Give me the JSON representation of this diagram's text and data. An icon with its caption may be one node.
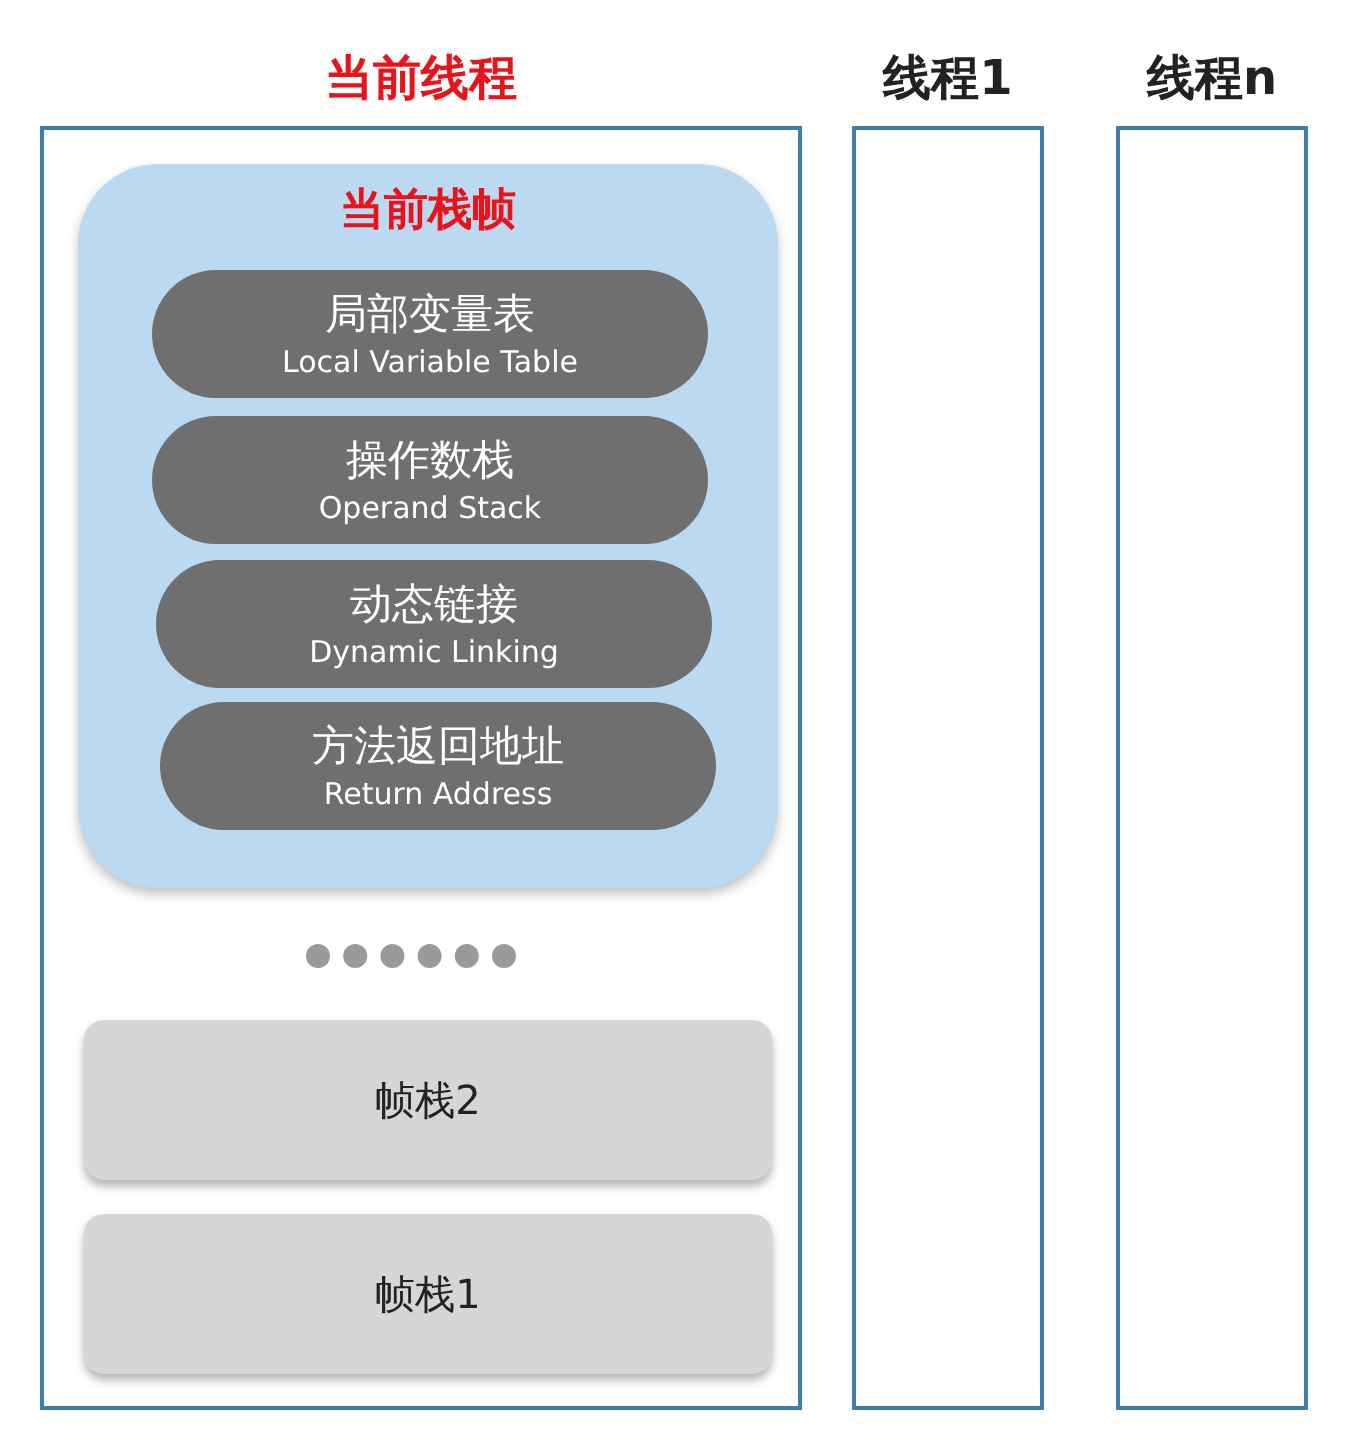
{
  "diagram": {
    "nodes": [
      {
        "text": [
          "当前线程"
        ]
      },
      {
        "text": [
          "线程1"
        ]
      },
      {
        "text": [
          "线程n"
        ]
      },
      {
        "text": [
          "当前栈帧"
        ],
        "in": 0
      },
      {
        "text": [
          "局部变量表",
          "Local Variable Table"
        ],
        "in": 3
      },
      {
        "text": [
          "操作数栈",
          "Operand Stack"
        ],
        "in": 3
      },
      {
        "text": [
          "动态链接",
          "Dynamic Linking"
        ],
        "in": 3
      },
      {
        "text": [
          "方法返回地址",
          "Return Address"
        ],
        "in": 3
      },
      {
        "text": [
          "帧栈2"
        ],
        "in": 0
      },
      {
        "text": [
          "帧栈1"
        ],
        "in": 0
      }
    ]
  }
}
